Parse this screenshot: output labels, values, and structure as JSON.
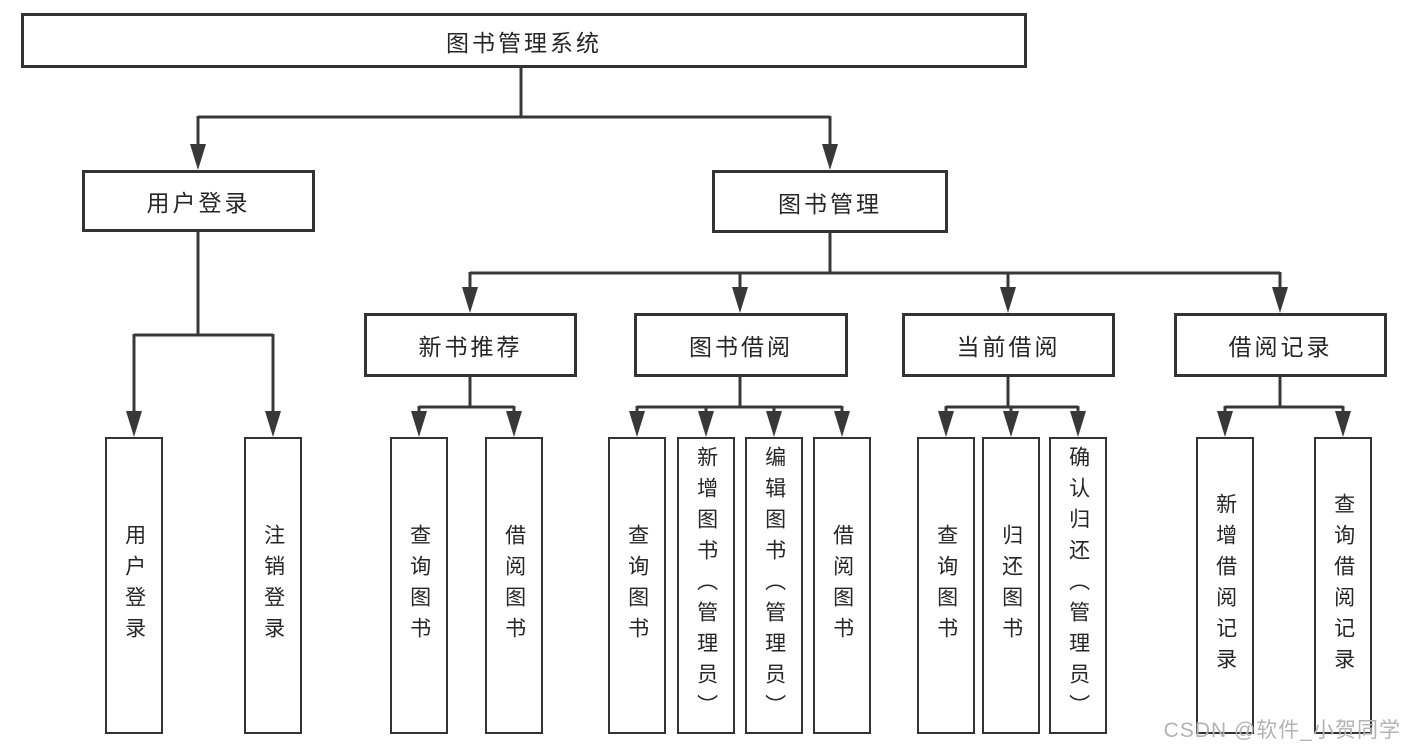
{
  "nodes": {
    "root": "图书管理系统",
    "level2": {
      "user_login": "用户登录",
      "book_mgmt": "图书管理"
    },
    "level3": {
      "new_books": "新书推荐",
      "book_borrow": "图书借阅",
      "current_borrow": "当前借阅",
      "borrow_records": "借阅记录"
    }
  },
  "leaves": {
    "g1": [
      "用户登录",
      "注销登录"
    ],
    "g2": [
      "查询图书",
      "借阅图书"
    ],
    "g3": [
      "查询图书",
      "新增图书（管理员）",
      "编辑图书（管理员）",
      "借阅图书"
    ],
    "g4": [
      "查询图书",
      "归还图书",
      "确认归还（管理员）"
    ],
    "g5": [
      "新增借阅记录",
      "查询借阅记录"
    ]
  },
  "watermark": "CSDN @软件_小贺同学",
  "colors": {
    "line": "#383838",
    "border": "#333333",
    "text": "#262626",
    "watermark": "#b3b3b3",
    "background": "#ffffff"
  }
}
